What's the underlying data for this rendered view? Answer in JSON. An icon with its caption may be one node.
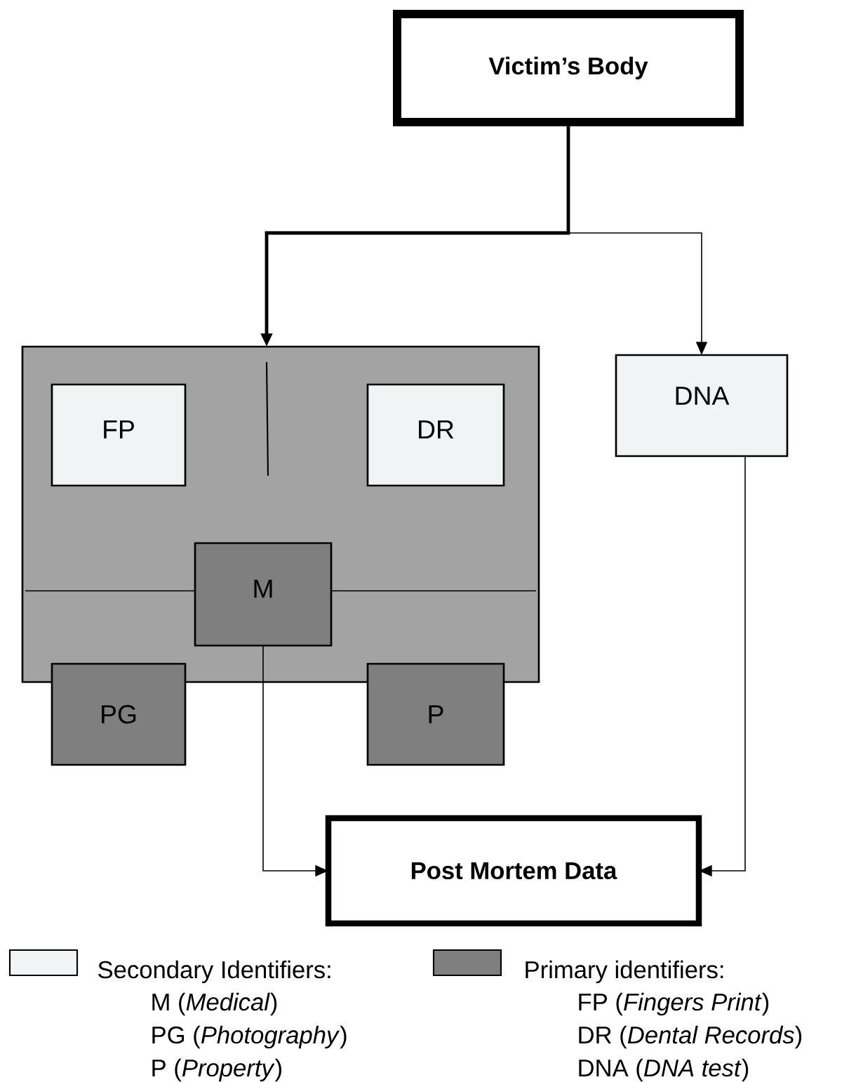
{
  "diagram": {
    "nodes": [
      {
        "text": [
          "Victim’s Body"
        ]
      },
      {
        "text": [],
        "shape": "box"
      },
      {
        "text": [
          "FP"
        ],
        "in": 1
      },
      {
        "text": [
          "DR"
        ],
        "in": 1
      },
      {
        "text": [
          "DNA"
        ]
      },
      {
        "text": [
          "M"
        ],
        "in": 1
      },
      {
        "text": [
          "PG"
        ]
      },
      {
        "text": [
          "P"
        ]
      },
      {
        "text": [
          "Post Mortem Data"
        ]
      }
    ],
    "edges": [
      {
        "from": 0,
        "to": 1,
        "arrow": "to",
        "style": "thick"
      },
      {
        "from": 0,
        "to": 4,
        "arrow": "to"
      },
      {
        "from": 5,
        "to": 8,
        "arrow": "to"
      },
      {
        "from": 4,
        "to": 8,
        "arrow": "to"
      }
    ],
    "labels": [
      "M (*Medical*)",
      "PG (*Photography*)",
      "P (*Property*)",
      "FP (*Fingers Print*)",
      "DR (*Dental Records*)",
      "DNA  (*DNA test*)"
    ],
    "legend": [
      {
        "text": "Secondary Identifiers:",
        "color": "#f1f4f5"
      },
      {
        "text": "Primary identifiers:",
        "color": "#7f7f7f"
      }
    ]
  }
}
